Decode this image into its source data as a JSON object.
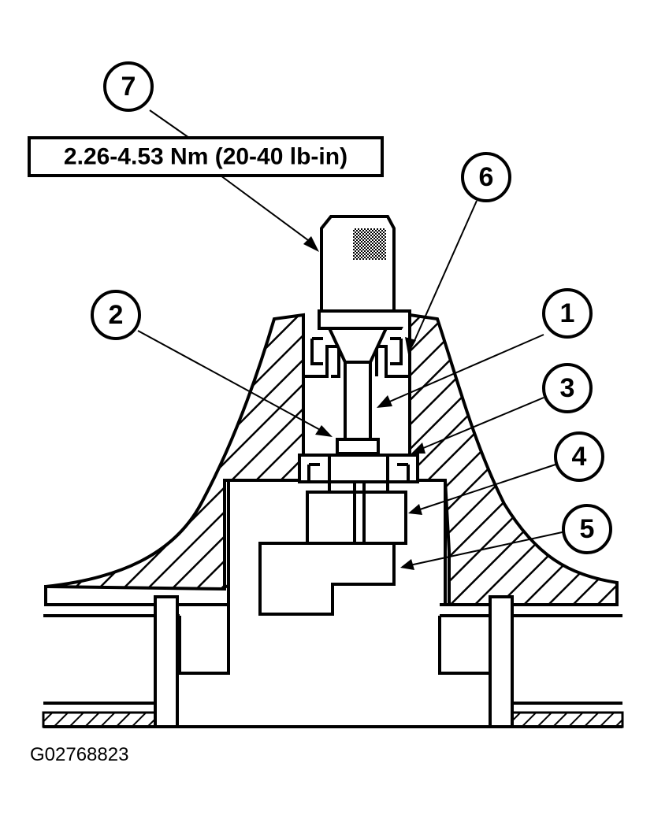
{
  "callouts": {
    "c1": "1",
    "c2": "2",
    "c3": "3",
    "c4": "4",
    "c5": "5",
    "c6": "6",
    "c7": "7"
  },
  "torque_spec": "2.26-4.53 Nm (20-40 lb-in)",
  "figure_id": "G02768823",
  "colors": {
    "ink": "#000000",
    "paper": "#ffffff"
  }
}
